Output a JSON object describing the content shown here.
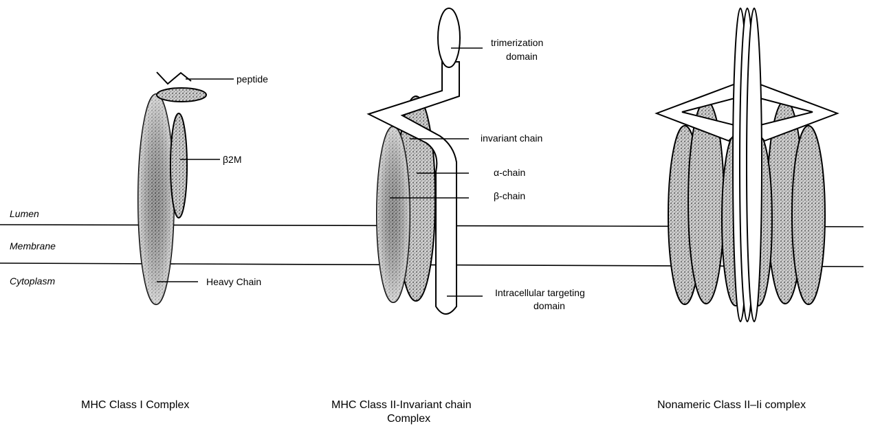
{
  "regions": {
    "lumen": "Lumen",
    "membrane": "Membrane",
    "cytoplasm": "Cytoplasm"
  },
  "class1": {
    "peptide": "peptide",
    "b2m": "β2M",
    "heavy_chain": "Heavy Chain",
    "caption": "MHC Class I Complex"
  },
  "class2": {
    "trimerization_line1": "trimerization",
    "trimerization_line2": "domain",
    "invariant_chain": "invariant chain",
    "alpha_chain": "α-chain",
    "beta_chain": "β-chain",
    "targeting_line1": "Intracellular targeting",
    "targeting_line2": "domain",
    "caption_line1": "MHC Class II-Invariant chain",
    "caption_line2": "Complex"
  },
  "nonameric": {
    "caption": "Nonameric Class II–Ii complex"
  },
  "colors": {
    "outline": "#000000",
    "shade_dark": "#6e6e6e",
    "shade_light": "#dcdcdc",
    "background": "#ffffff"
  }
}
